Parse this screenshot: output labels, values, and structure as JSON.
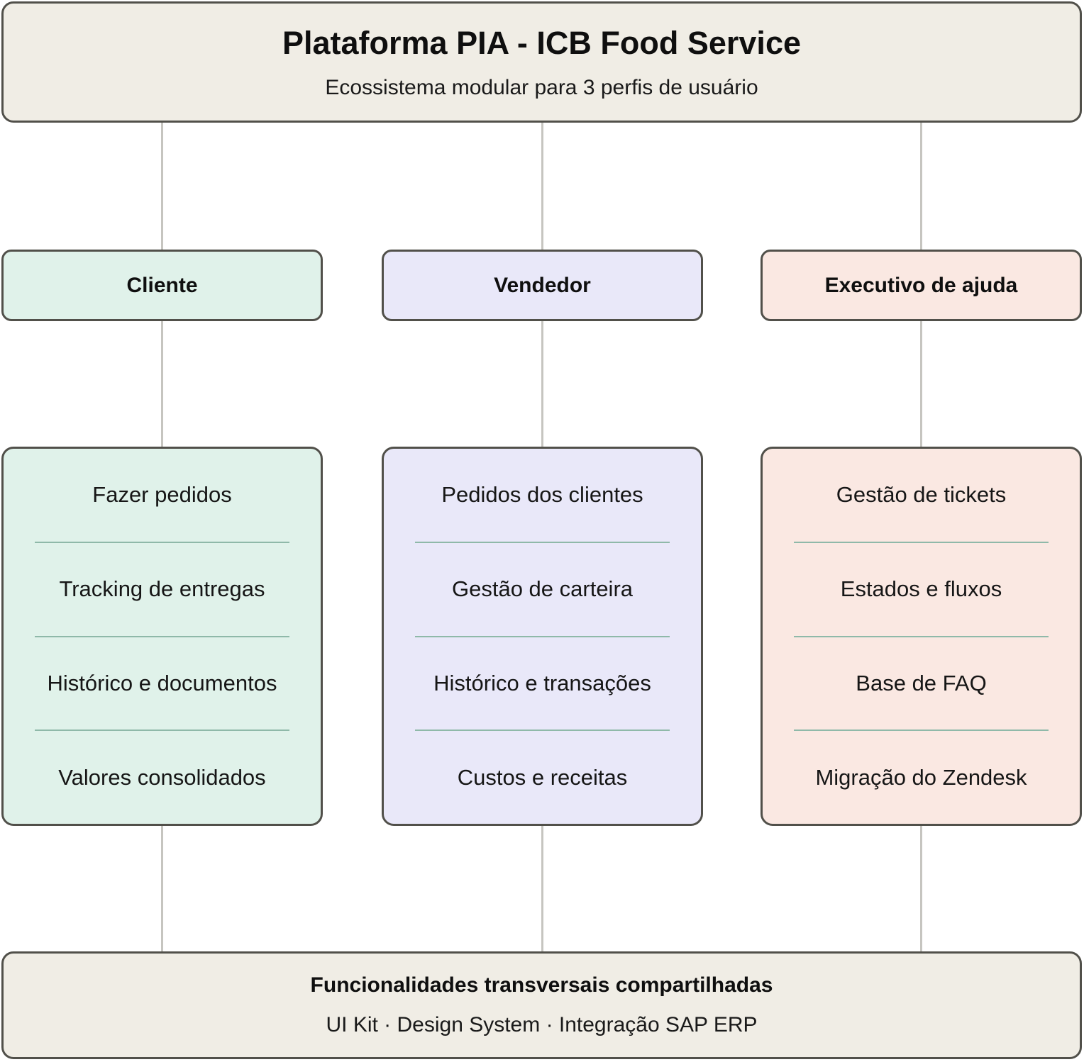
{
  "header": {
    "title": "Plataforma PIA - ICB Food Service",
    "subtitle": "Ecossistema modular para 3 perfis de usuário"
  },
  "profiles": [
    {
      "label": "Cliente",
      "features": [
        "Fazer pedidos",
        "Tracking de entregas",
        "Histórico e documentos",
        "Valores consolidados"
      ]
    },
    {
      "label": "Vendedor",
      "features": [
        "Pedidos dos clientes",
        "Gestão de carteira",
        "Histórico e transações",
        "Custos e receitas"
      ]
    },
    {
      "label": "Executivo de ajuda",
      "features": [
        "Gestão de tickets",
        "Estados e fluxos",
        "Base de FAQ",
        "Migração do Zendesk"
      ]
    }
  ],
  "footer": {
    "title": "Funcionalidades transversais compartilhadas",
    "subtitle": "UI Kit · Design System · Integração SAP ERP"
  },
  "colors": {
    "banner_bg": "#f0ede5",
    "client_bg": "#e0f2ea",
    "vendor_bg": "#e9e8f9",
    "help_bg": "#fae8e2",
    "node_border": "#51504a",
    "divider": "#8fb9a9",
    "connector": "#c6c5c0"
  }
}
